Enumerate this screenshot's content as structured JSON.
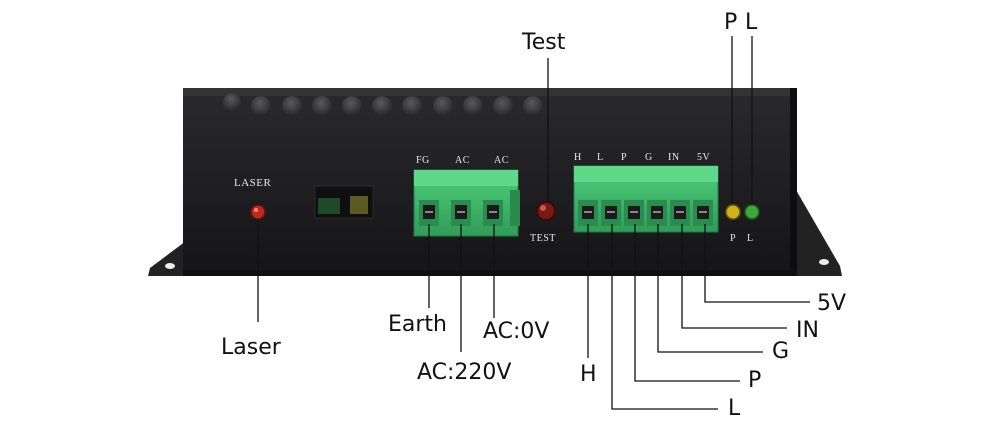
{
  "panel": {
    "laser_label": "LASER",
    "test_label": "TEST",
    "ac_terminal_labels": [
      "FG",
      "AC",
      "AC"
    ],
    "control_terminal_labels": [
      "H",
      "L",
      "P",
      "G",
      "IN",
      "5V"
    ],
    "led_labels": [
      "P",
      "L"
    ]
  },
  "callouts": {
    "test": "Test",
    "p": "P",
    "l_top": "L",
    "laser": "Laser",
    "earth": "Earth",
    "ac220": "AC:220V",
    "ac0": "AC:0V",
    "h": "H",
    "l": "L",
    "p_bottom": "P",
    "g": "G",
    "in": "IN",
    "v5": "5V"
  },
  "colors": {
    "chassis": "#1c1c1e",
    "terminal_green": "#3db86a",
    "laser_led": "#c0281e",
    "test_button": "#7a1a14",
    "p_led": "#d4b21e",
    "l_led": "#3ea83a"
  }
}
